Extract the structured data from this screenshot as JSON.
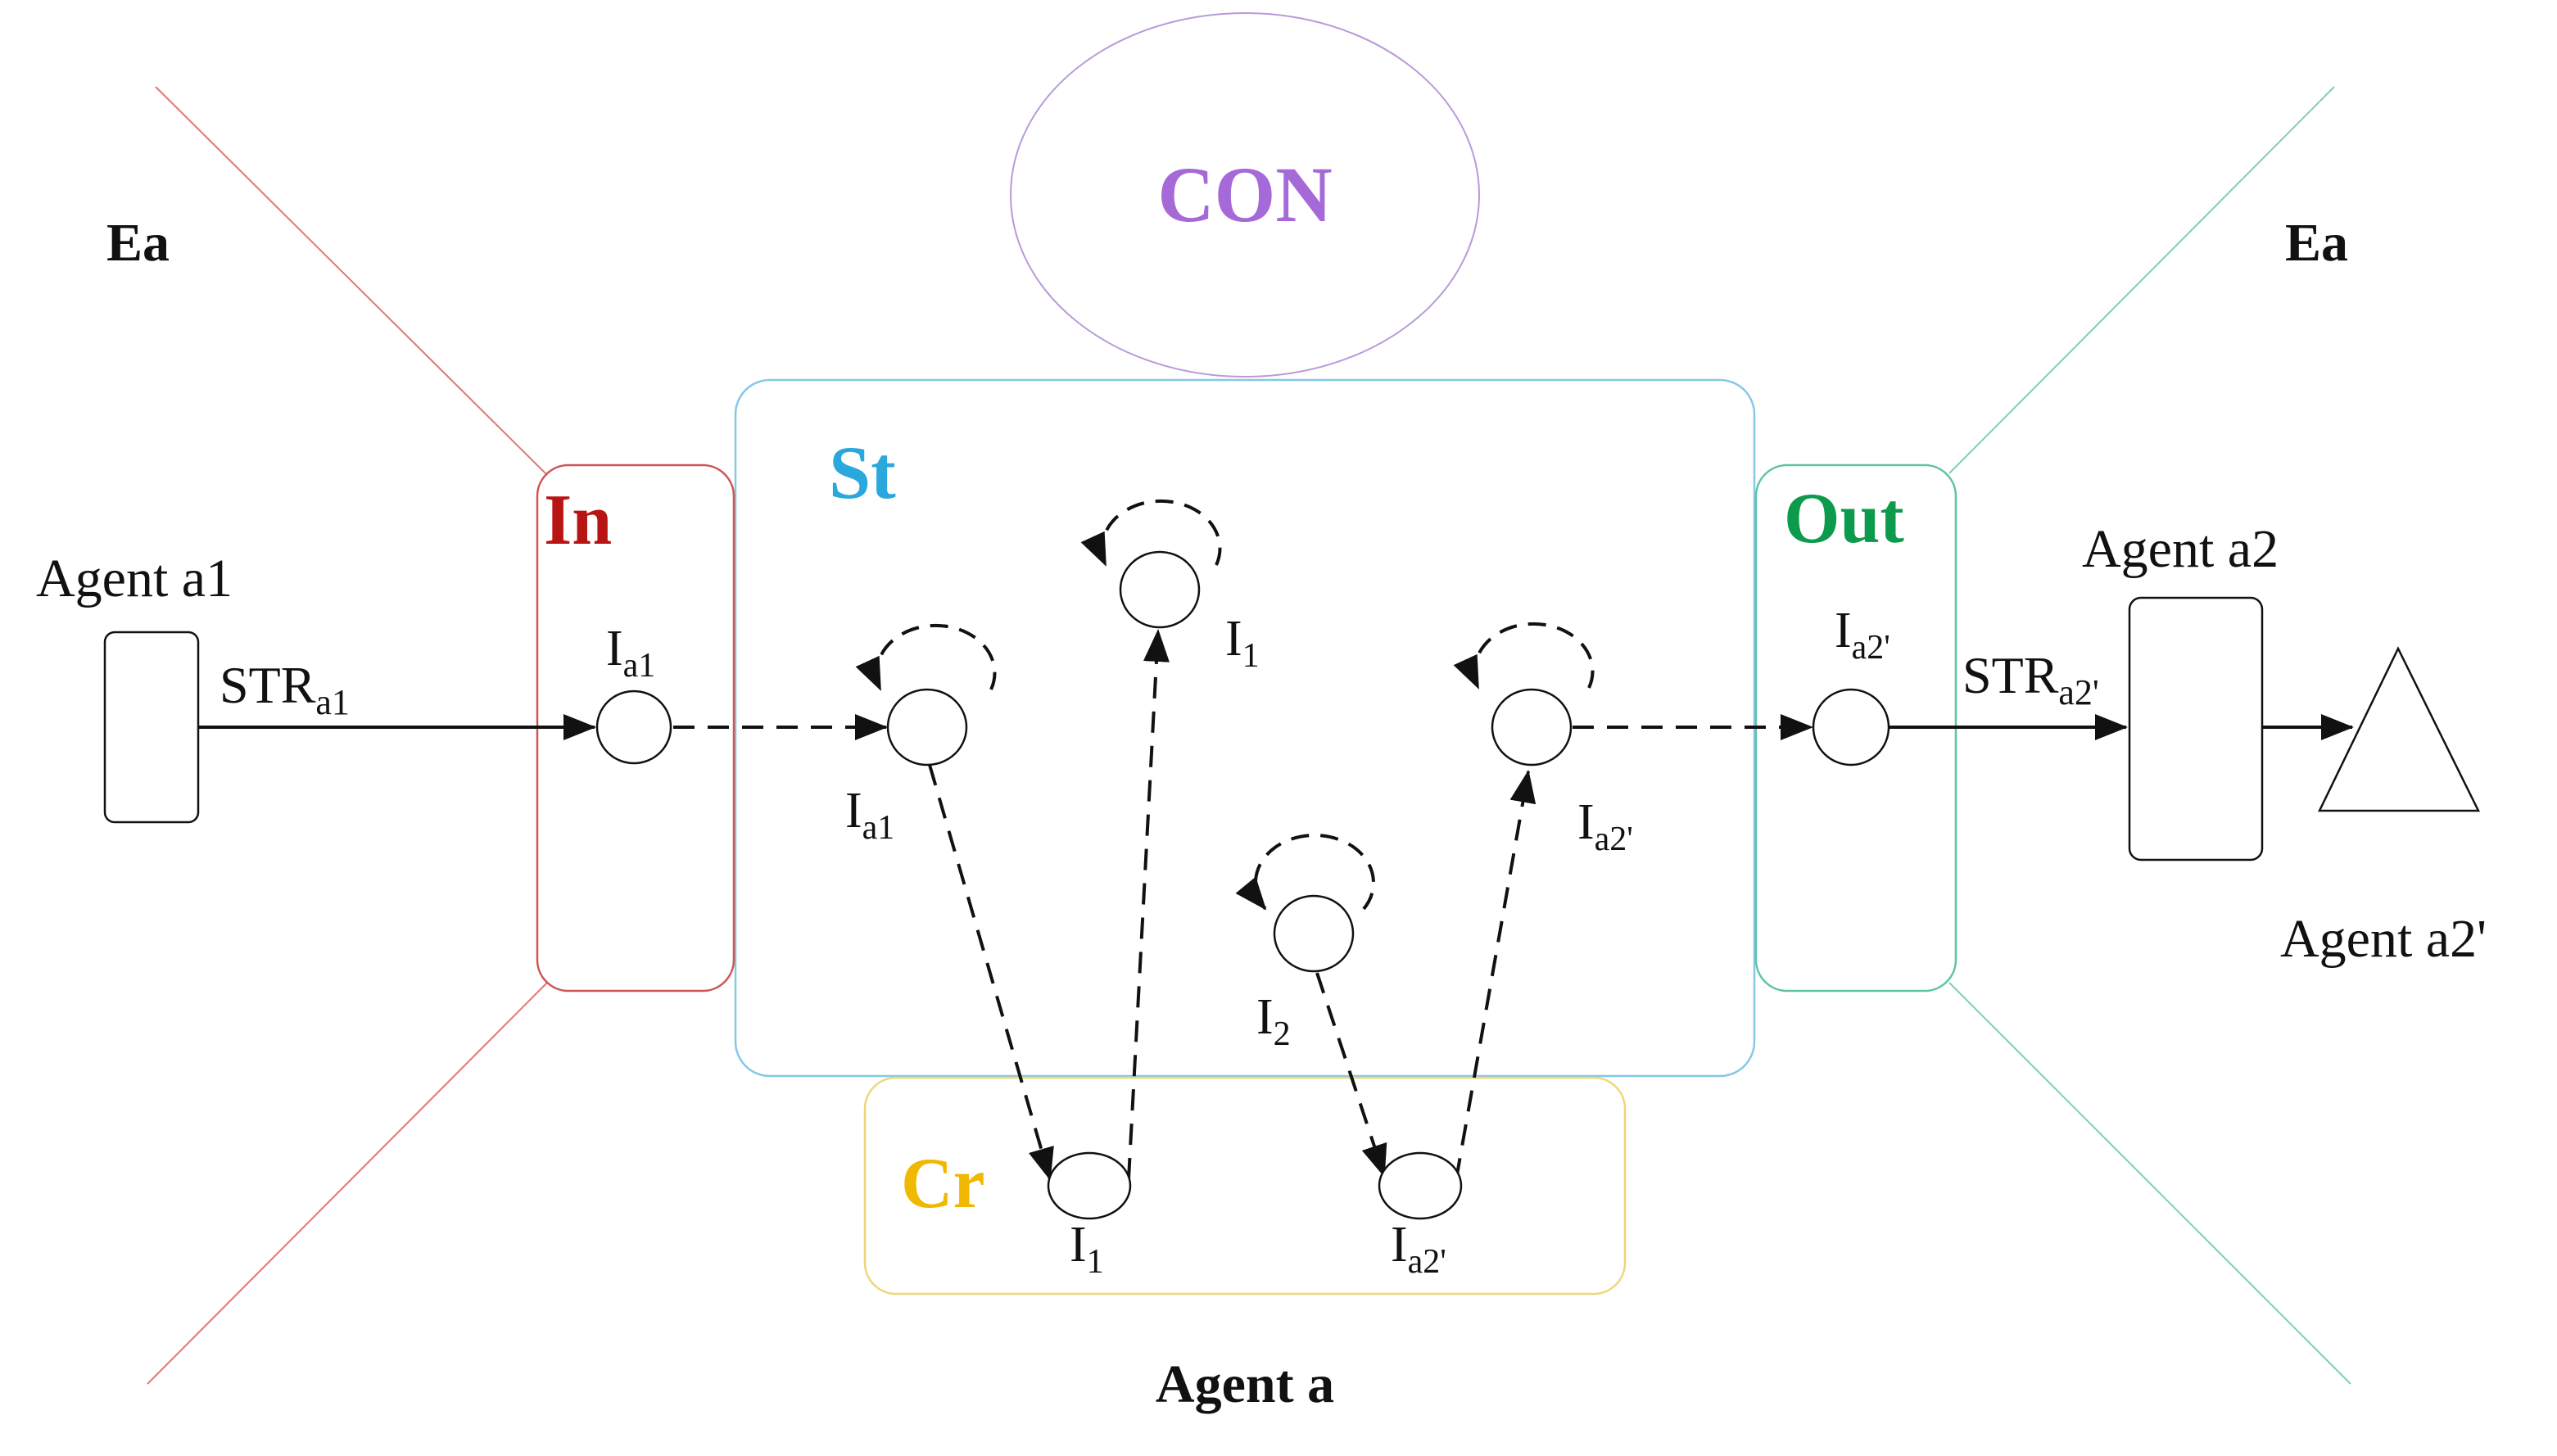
{
  "colors": {
    "in": "#b81414",
    "st": "#2aa7dc",
    "out": "#0c9b4c",
    "cr": "#f0b800",
    "con": "#a56ad8",
    "in_border": "#cf5555",
    "st_border": "#86c8e6",
    "out_border": "#5fc3a6",
    "cr_border": "#ecd77a",
    "con_border": "#b89ad9",
    "left_diag": "#e27676",
    "right_diag": "#7fcdbd",
    "ink": "#111111"
  },
  "labels": {
    "ea_left": "Ea",
    "ea_right": "Ea",
    "con": "CON",
    "st": "St",
    "in": "In",
    "out": "Out",
    "cr": "Cr",
    "agent_a1": "Agent a1",
    "agent_a2": "Agent a2",
    "agent_a2p": "Agent a2'",
    "agent_a": "Agent a"
  },
  "nodes": {
    "in_node": {
      "main": "I",
      "sub": "a1"
    },
    "st_ia1": {
      "main": "I",
      "sub": "a1"
    },
    "st_i1": {
      "main": "I",
      "sub": "1"
    },
    "st_i2": {
      "main": "I",
      "sub": "2"
    },
    "st_ia2p": {
      "main": "I",
      "sub": "a2'"
    },
    "cr_i1": {
      "main": "I",
      "sub": "1"
    },
    "cr_ia2p": {
      "main": "I",
      "sub": "a2'"
    },
    "out_node": {
      "main": "I",
      "sub": "a2'"
    }
  },
  "streams": {
    "str_a1": {
      "main": "STR",
      "sub": "a1"
    },
    "str_a2p": {
      "main": "STR",
      "sub": "a2'"
    }
  }
}
